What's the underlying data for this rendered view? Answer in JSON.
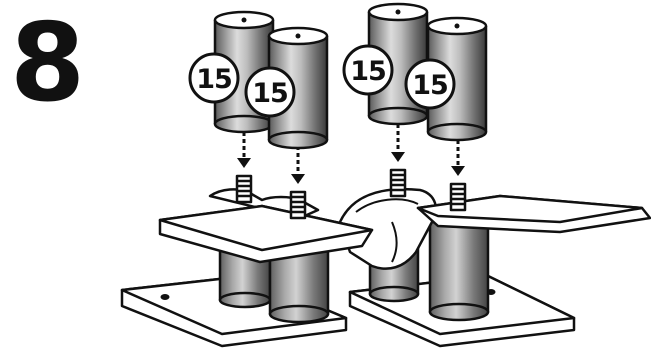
{
  "step": {
    "number": "8"
  },
  "parts": [
    {
      "id": "front-left",
      "quantity_label": "15"
    },
    {
      "id": "back-left",
      "quantity_label": "15"
    },
    {
      "id": "back-right",
      "quantity_label": "15"
    },
    {
      "id": "front-right",
      "quantity_label": "15"
    }
  ],
  "colors": {
    "outline": "#111111",
    "cylinder_light": "#d8d8d8",
    "cylinder_dark": "#3a3a3a",
    "plate": "#ffffff"
  }
}
